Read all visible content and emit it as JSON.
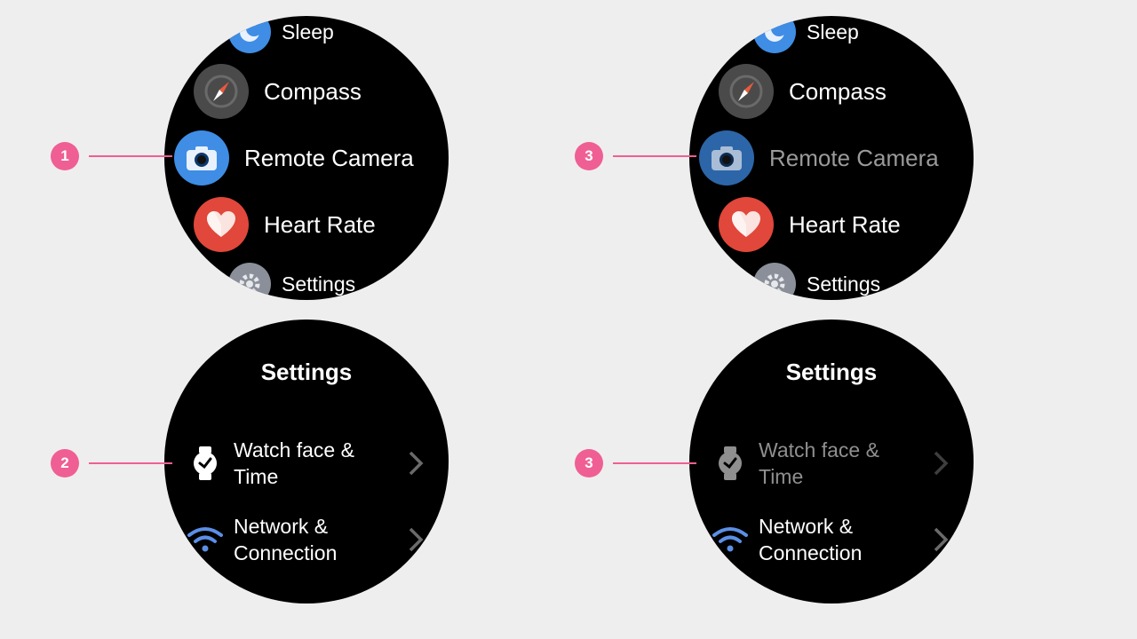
{
  "app_list": {
    "items": [
      {
        "label": "Sleep"
      },
      {
        "label": "Compass"
      },
      {
        "label": "Remote Camera"
      },
      {
        "label": "Heart Rate"
      },
      {
        "label": "Settings"
      }
    ]
  },
  "settings": {
    "title": "Settings",
    "items": [
      {
        "line1": "Watch face &",
        "line2": "Time"
      },
      {
        "line1": "Network &",
        "line2": "Connection"
      }
    ]
  },
  "callouts": {
    "c1": "1",
    "c2": "2",
    "c3_top": "3",
    "c3_bottom": "3"
  },
  "colors": {
    "callout": "#ef5f93",
    "camera_icon": "#3f8de5",
    "camera_icon_dim": "#2c66a8",
    "heart_icon": "#e1473a",
    "compass_icon": "#4a4a4a",
    "settings_icon": "#8a8f99",
    "wifi_icon": "#5b8fe6",
    "dimmed_text": "#9a9a9a"
  }
}
